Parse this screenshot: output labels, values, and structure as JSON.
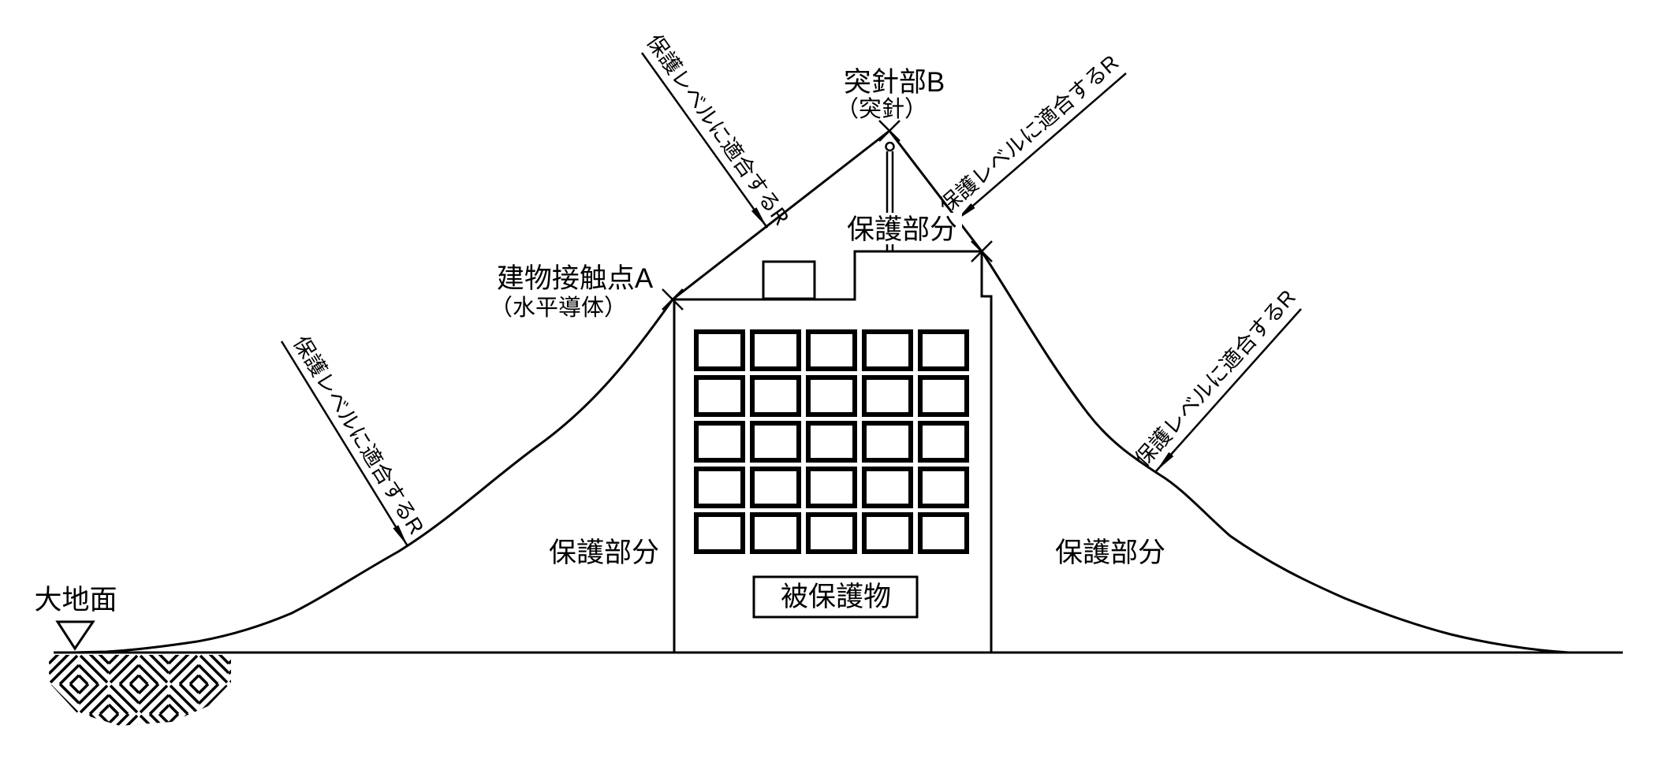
{
  "page": {
    "background_color": "#ffffff",
    "line_color": "#000000"
  },
  "labels": {
    "air_terminal": {
      "title": "突針部B",
      "subtitle": "（突針）"
    },
    "building_contact_point": {
      "title": "建物接触点A",
      "subtitle": "（水平導体）"
    },
    "protected_part_top": "保護部分",
    "protected_part_left": "保護部分",
    "protected_part_right": "保護部分",
    "protected_object": "被保護物",
    "ground_surface": "大地面"
  },
  "arrows": [
    {
      "label": "保護レベルに適合するR"
    },
    {
      "label": "保護レベルに適合するR"
    },
    {
      "label": "保護レベルに適合するR"
    },
    {
      "label": "保護レベルに適合するR"
    }
  ],
  "building": {
    "windows": {
      "rows": 5,
      "cols": 5
    }
  }
}
